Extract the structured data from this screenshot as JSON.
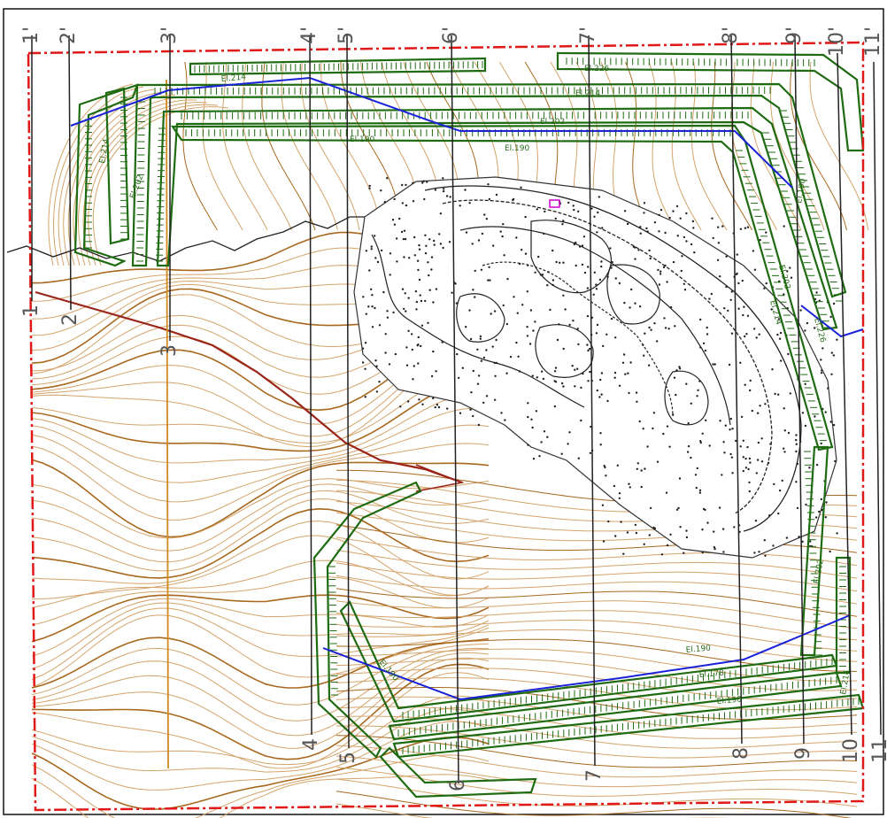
{
  "colors": {
    "background": "#ffffff",
    "boundary": "#e01818",
    "contour_light": "#d4a36a",
    "contour_dark": "#a8681e",
    "bench": "#1e6b12",
    "bench_light": "#8fbf5a",
    "profile": "#1a22d8",
    "section_line": "#222222",
    "rock": "#222222",
    "toe": "#9a2418"
  },
  "sections": [
    {
      "top": "1'",
      "bottom": "1"
    },
    {
      "top": "2'",
      "bottom": "2"
    },
    {
      "top": "3'",
      "bottom": "3"
    },
    {
      "top": "4'",
      "bottom": "4"
    },
    {
      "top": "5'",
      "bottom": "5"
    },
    {
      "top": "6'",
      "bottom": "6"
    },
    {
      "top": "7'",
      "bottom": "7"
    },
    {
      "top": "8'",
      "bottom": "8"
    },
    {
      "top": "9'",
      "bottom": "9"
    },
    {
      "top": "10'",
      "bottom": "10"
    },
    {
      "top": "11'",
      "bottom": "11"
    }
  ],
  "elevation_labels": [
    "El.214",
    "El.226",
    "El.214",
    "El.202",
    "El.190",
    "El.190",
    "El.214",
    "El.202",
    "El.190",
    "El.202",
    "El.214",
    "El.226",
    "El.190",
    "El.178",
    "El.190",
    "El.202",
    "El.190",
    "El.214"
  ]
}
